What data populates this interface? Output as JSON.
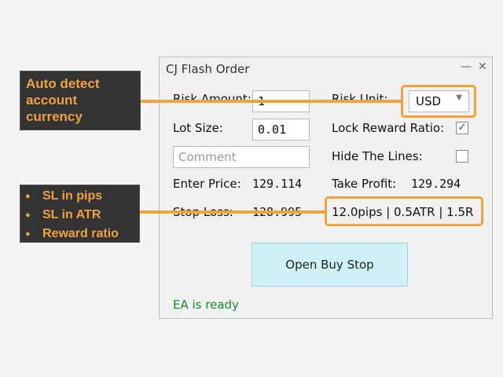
{
  "window": {
    "title": "CJ Flash Order",
    "minimize": "—",
    "close": "✕"
  },
  "form": {
    "risk_amount_label": "Risk Amount:",
    "risk_amount_value": "1",
    "lot_size_label": "Lot Size:",
    "lot_size_value": "0.01",
    "comment_placeholder": "Comment",
    "enter_price_label": "Enter Price:",
    "enter_price_value": "129.114",
    "stop_loss_label": "Stop Loss:",
    "stop_loss_value": "128.995",
    "risk_unit_label": "Risk Unit:",
    "risk_unit_value": "USD",
    "lock_reward_label": "Lock Reward Ratio:",
    "lock_reward_checked": true,
    "lock_reward_mark": "✓",
    "hide_lines_label": "Hide The Lines:",
    "hide_lines_checked": false,
    "take_profit_label": "Take Profit:",
    "take_profit_value": "129.294",
    "sl_summary": "12.0pips | 0.5ATR | 1.5R"
  },
  "actions": {
    "open_button": "Open Buy Stop"
  },
  "status": {
    "text": "EA is ready",
    "color": "#1a8a2a"
  },
  "annotations": {
    "currency_callout": {
      "line1": "Auto detect",
      "line2": "account",
      "line3": "currency"
    },
    "sl_callout": {
      "items": [
        "SL in pips",
        "SL in ATR",
        "Reward ratio"
      ]
    }
  },
  "colors": {
    "accent": "#f0a33a",
    "callout_bg": "#333333",
    "button_bg": "#cdf1f7"
  }
}
